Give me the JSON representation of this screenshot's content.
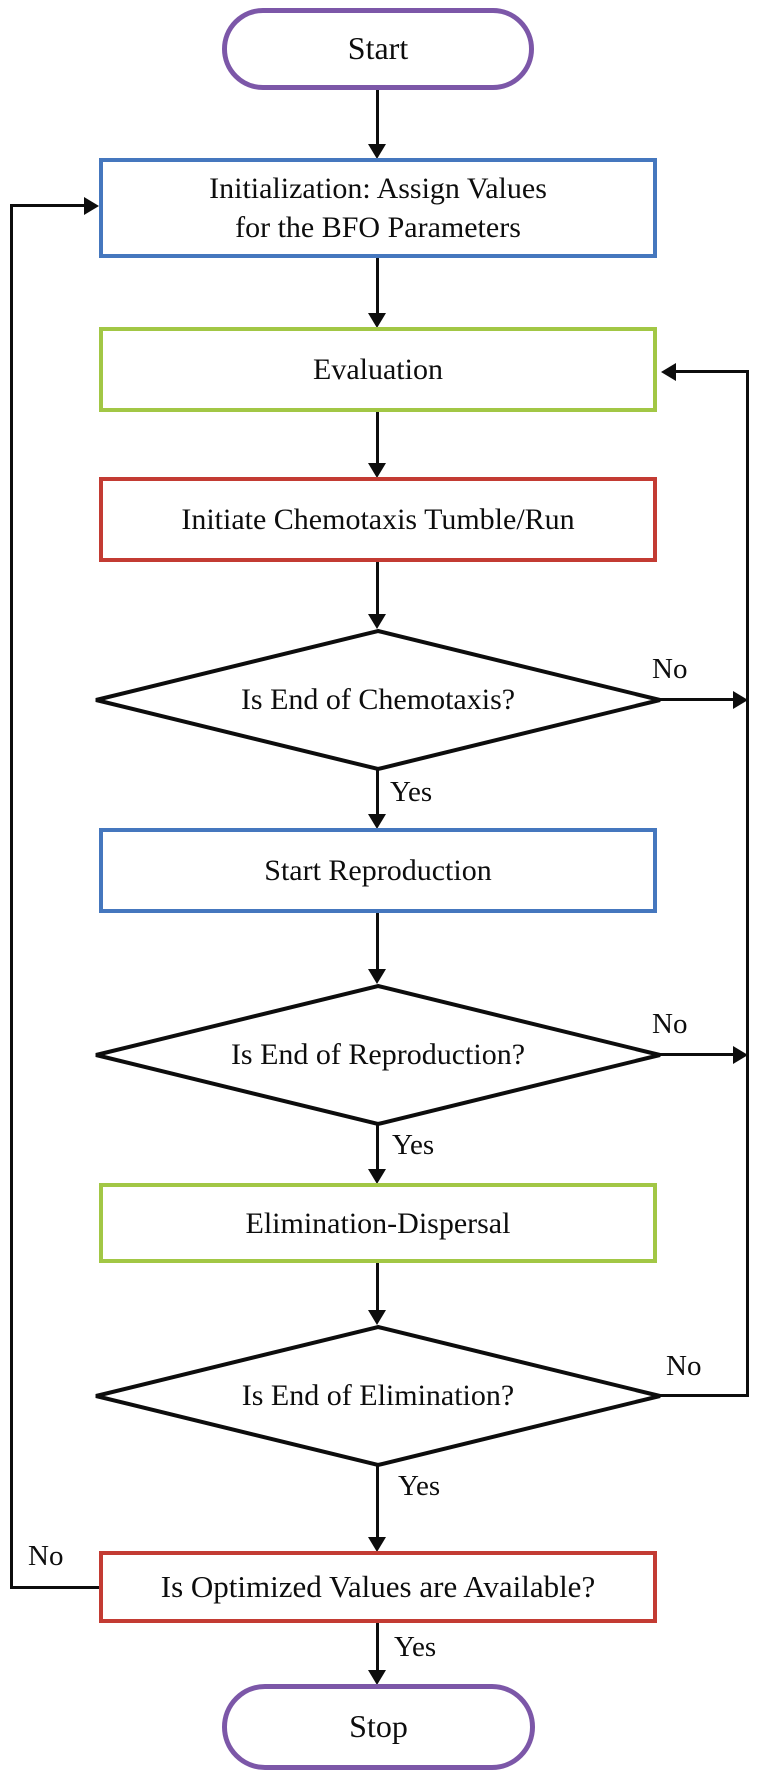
{
  "title": "BFO algorithm flowchart",
  "colors": {
    "purple": "#7c57a8",
    "blue": "#4577be",
    "green": "#a2c745",
    "red": "#c33b33",
    "line": "#0d0d0d"
  },
  "nodes": {
    "start": {
      "label": "Start",
      "shape": "stadium"
    },
    "initialization": {
      "line1": "Initialization: Assign Values",
      "line2": "for the BFO Parameters",
      "shape": "rect"
    },
    "evaluation": {
      "label": "Evaluation",
      "shape": "rect"
    },
    "chemotaxis": {
      "label": "Initiate Chemotaxis Tumble/Run",
      "shape": "rect"
    },
    "is_end_chemotaxis": {
      "label": "Is End of Chemotaxis?",
      "shape": "diamond"
    },
    "reproduction": {
      "label": "Start Reproduction",
      "shape": "rect"
    },
    "is_end_reproduction": {
      "label": "Is End of Reproduction?",
      "shape": "diamond"
    },
    "elimination": {
      "label": "Elimination-Dispersal",
      "shape": "rect"
    },
    "is_end_elimination": {
      "label": "Is End of Elimination?",
      "shape": "diamond"
    },
    "optimized": {
      "label": "Is Optimized Values are Available?",
      "shape": "rect"
    },
    "stop": {
      "label": "Stop",
      "shape": "stadium"
    }
  },
  "edge_labels": {
    "chemotaxis_yes": "Yes",
    "chemotaxis_no": "No",
    "reproduction_yes": "Yes",
    "reproduction_no": "No",
    "elimination_yes": "Yes",
    "elimination_no": "No",
    "optimized_yes": "Yes",
    "optimized_no": "No"
  }
}
